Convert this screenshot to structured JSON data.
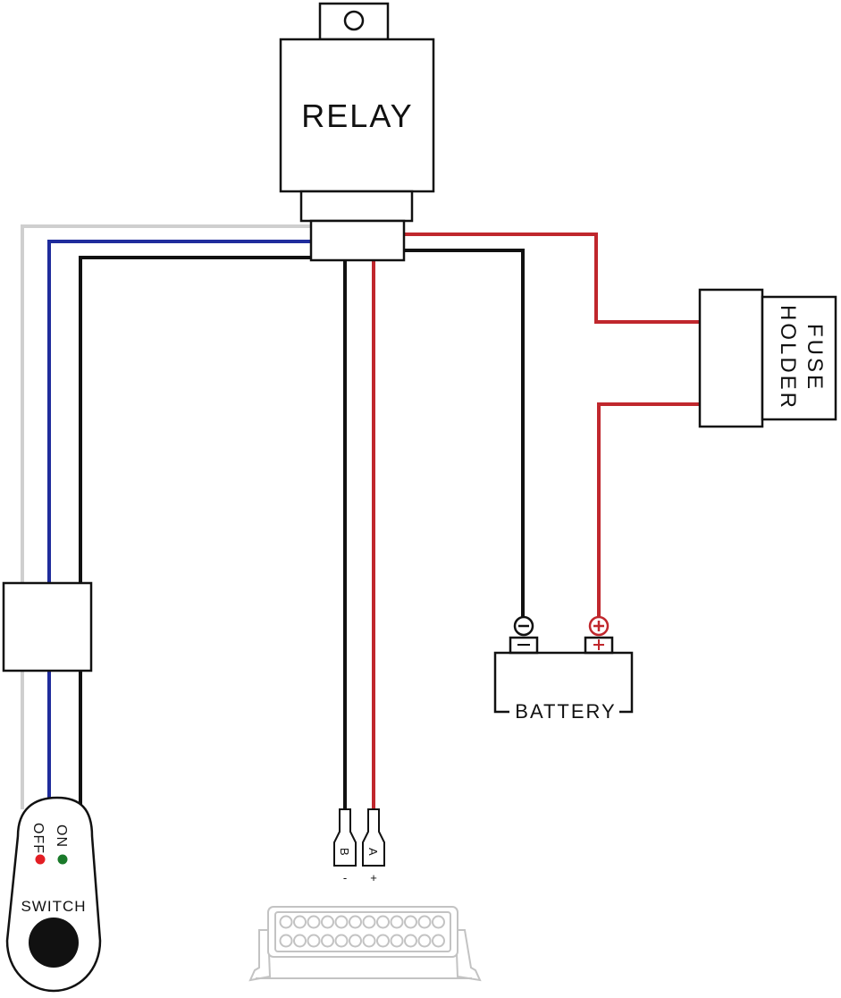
{
  "relay": {
    "label": "RELAY"
  },
  "fuse_holder": {
    "line1": "FUSE",
    "line2": "HOLDER"
  },
  "battery": {
    "label": "BATTERY",
    "neg_symbol": "−",
    "pos_symbol": "+"
  },
  "switch": {
    "label": "SWITCH",
    "off_label": "OFF",
    "on_label": "ON"
  },
  "light_bar": {
    "terminal_b": "B",
    "terminal_a": "A",
    "minus": "-",
    "plus": "+"
  },
  "colors": {
    "red_wire": "#c0272d",
    "blue_wire": "#1f2c9c",
    "black_wire": "#111111",
    "gray_wire": "#cfcfcf",
    "off_dot": "#e31e24",
    "on_dot": "#1a7a2a"
  }
}
